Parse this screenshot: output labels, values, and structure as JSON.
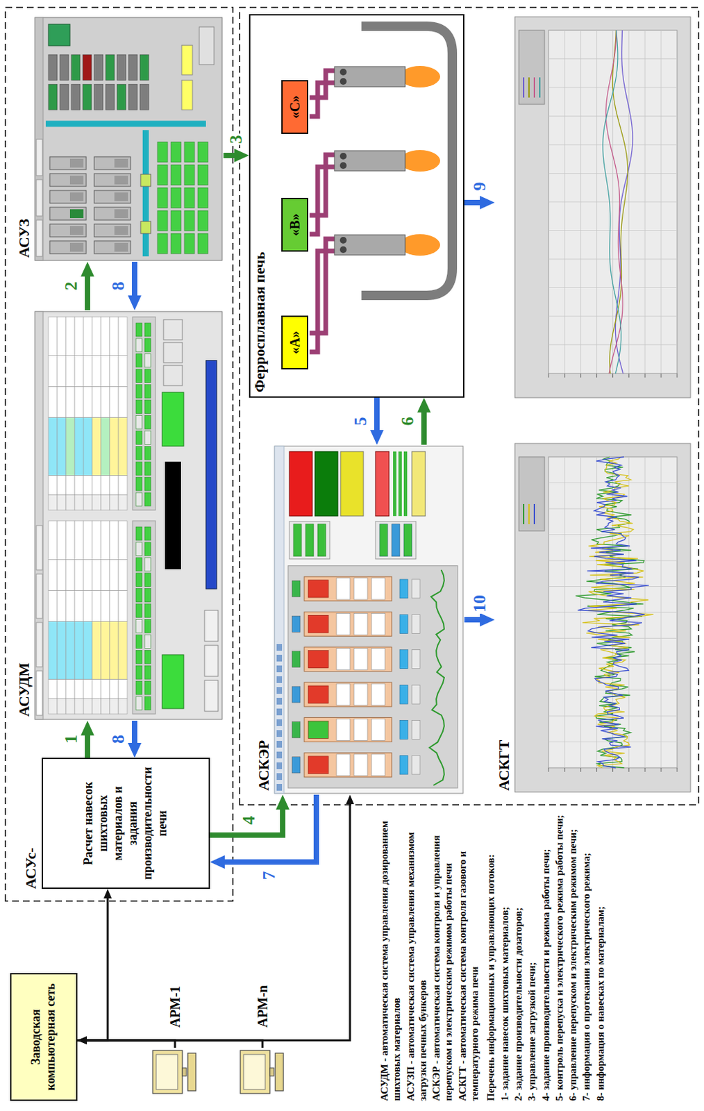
{
  "diagram": {
    "nodes": [
      {
        "text": [
          "Заводская компьютерная сеть"
        ]
      },
      {
        "text": [
          "АРМ-1"
        ]
      },
      {
        "text": [
          "АРМ-n"
        ]
      },
      {
        "text": [
          "АСУс-",
          "Расчет навесок шихтовых материалов и задания производительности печи"
        ]
      },
      {
        "text": [
          "АСУДМ"
        ]
      },
      {
        "text": [
          "АСУЗ"
        ]
      },
      {
        "text": [
          "АСКЭР"
        ]
      },
      {
        "text": [
          "Ферросплавная печь"
        ]
      },
      {
        "text": [
          "«А»"
        ],
        "in": 7
      },
      {
        "text": [
          "«В»"
        ],
        "in": 7
      },
      {
        "text": [
          "«С»"
        ],
        "in": 7
      },
      {
        "text": [
          "АСКГТ"
        ]
      }
    ],
    "edges": [
      {
        "from": 0,
        "to": 3,
        "arrow": "both"
      },
      {
        "from": 0,
        "to": 1,
        "arrow": "none"
      },
      {
        "from": 0,
        "to": 2,
        "arrow": "none"
      },
      {
        "from": 0,
        "to": 6,
        "arrow": "both"
      },
      {
        "from": 3,
        "to": 4,
        "label": "1",
        "arrow": "to"
      },
      {
        "from": 4,
        "to": 3,
        "label": "8",
        "arrow": "to"
      },
      {
        "from": 4,
        "to": 5,
        "label": "2",
        "arrow": "to"
      },
      {
        "from": 5,
        "to": 4,
        "label": "8",
        "arrow": "to"
      },
      {
        "from": 5,
        "to": 7,
        "label": "3",
        "arrow": "to"
      },
      {
        "from": 3,
        "to": 6,
        "label": "4",
        "arrow": "to"
      },
      {
        "from": 6,
        "to": 3,
        "label": "7",
        "arrow": "to"
      },
      {
        "from": 7,
        "to": 6,
        "label": "5",
        "arrow": "to"
      },
      {
        "from": 6,
        "to": 7,
        "label": "6",
        "arrow": "to"
      },
      {
        "from": 7,
        "to": 11,
        "label": "9",
        "arrow": "to"
      },
      {
        "from": 6,
        "to": 11,
        "label": "10",
        "arrow": "to"
      }
    ],
    "labels": [
      "АСУДМ - автоматическая система управления дозированием шихтовых материалов",
      "АСУЗП - автоматическая система управления механизмом загрузки печных бункеров",
      "АСКЭР - автоматическая система контроля и управления перепуском и электрическим режимом работы печи",
      "АСКГТ - автоматическая система контроля газового и температурного режима печи",
      "Перечень информационных и управляющих потоков:",
      "1- задание навесок шихтовых материалов;",
      "2- задание производительности дозаторов;",
      "3- управление загрузкой печи;",
      "4- задание производительности и режима работы печи;",
      "5- контроль перепуска и электрического режима работы печи;",
      "6- управление перепуском и электрическим режимом печи;",
      "7- информация о протекании электрического режима;",
      "8- информация о навесках по материалам;"
    ]
  }
}
